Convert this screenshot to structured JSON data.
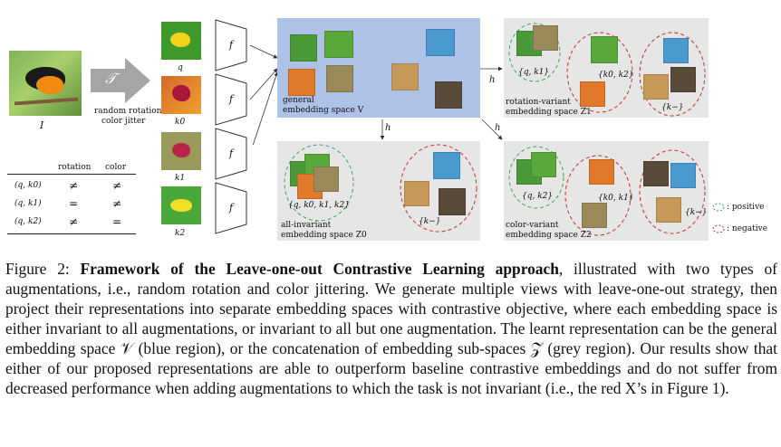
{
  "figure": {
    "anchor_image_label": "I",
    "transform_symbol": "𝒯",
    "transform_caption_line1": "random rotation",
    "transform_caption_line2": "color jitter",
    "view_labels": [
      "q",
      "k0",
      "k1",
      "k2"
    ],
    "encoder_label": "f",
    "projection_label": "h",
    "general_space_line1": "general",
    "general_space_line2": "embedding space V",
    "rotation_space_line1": "rotation-variant",
    "rotation_space_line2": "embedding space Z1",
    "invariant_space_line1": "all-invariant",
    "invariant_space_line2": "embedding space Z0",
    "color_space_line1": "color-variant",
    "color_space_line2": "embedding space Z2",
    "rot_pos_group": "{q, k1}",
    "rot_neg_group1": "{k0, k2}",
    "rot_neg_group2": "{k−}",
    "inv_pos_group": "{q, k0, k1, k2}",
    "inv_neg_group": "{k−}",
    "col_pos_group": "{q, k2}",
    "col_neg_group1": "{k0, k1}",
    "col_neg_group2": "{k−}",
    "legend_positive": ": positive",
    "legend_negative": ": negative",
    "table": {
      "headers": [
        "rotation",
        "color"
      ],
      "rows": [
        {
          "pair": "(q, k0)",
          "rotation": "≠",
          "color": "≠"
        },
        {
          "pair": "(q, k1)",
          "rotation": "=",
          "color": "≠"
        },
        {
          "pair": "(q, k2)",
          "rotation": "≠",
          "color": "="
        }
      ]
    }
  },
  "caption": {
    "prefix": "Figure 2: ",
    "title": "Framework of the Leave-one-out Contrastive Learning approach",
    "body": ", illustrated with two types of augmentations, i.e., random rotation and color jittering. We generate multiple views with leave-one-out strategy, then project their representations into separate embedding spaces with contrastive objective, where each embedding space is either invariant to all augmentations, or invariant to all but one augmentation. The learnt representation can be the general embedding space 𝒱 (blue region), or the concatenation of embedding sub-spaces 𝒵 (grey region). Our results show that either of our proposed representations are able to outperform baseline contrastive embeddings and do not suffer from decreased performance when adding augmentations to which the task is not invariant (i.e., the red X’s in Figure 1)."
  },
  "colors": {
    "blue_region": "#aec2e8",
    "grey_region": "#e6e6e6",
    "positive": "#3aa35a",
    "negative": "#c8302e"
  }
}
